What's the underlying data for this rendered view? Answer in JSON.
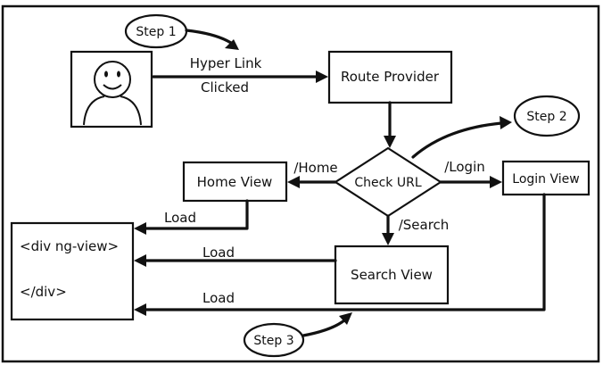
{
  "nodes": {
    "user": {
      "label": ""
    },
    "route_provider": {
      "label": "Route Provider"
    },
    "check_url": {
      "label": "Check URL"
    },
    "home_view": {
      "label": "Home View"
    },
    "login_view": {
      "label": "Login View"
    },
    "search_view": {
      "label": "Search View"
    },
    "ng_view_open": {
      "label": "<div ng-view>"
    },
    "ng_view_close": {
      "label": "</div>"
    }
  },
  "steps": {
    "step1": "Step 1",
    "step2": "Step 2",
    "step3": "Step 3"
  },
  "edges": {
    "hyperlink_line1": "Hyper Link",
    "hyperlink_line2": "Clicked",
    "home": "/Home",
    "login": "/Login",
    "search": "/Search",
    "load_home": "Load",
    "load_search": "Load",
    "load_login": "Load"
  }
}
